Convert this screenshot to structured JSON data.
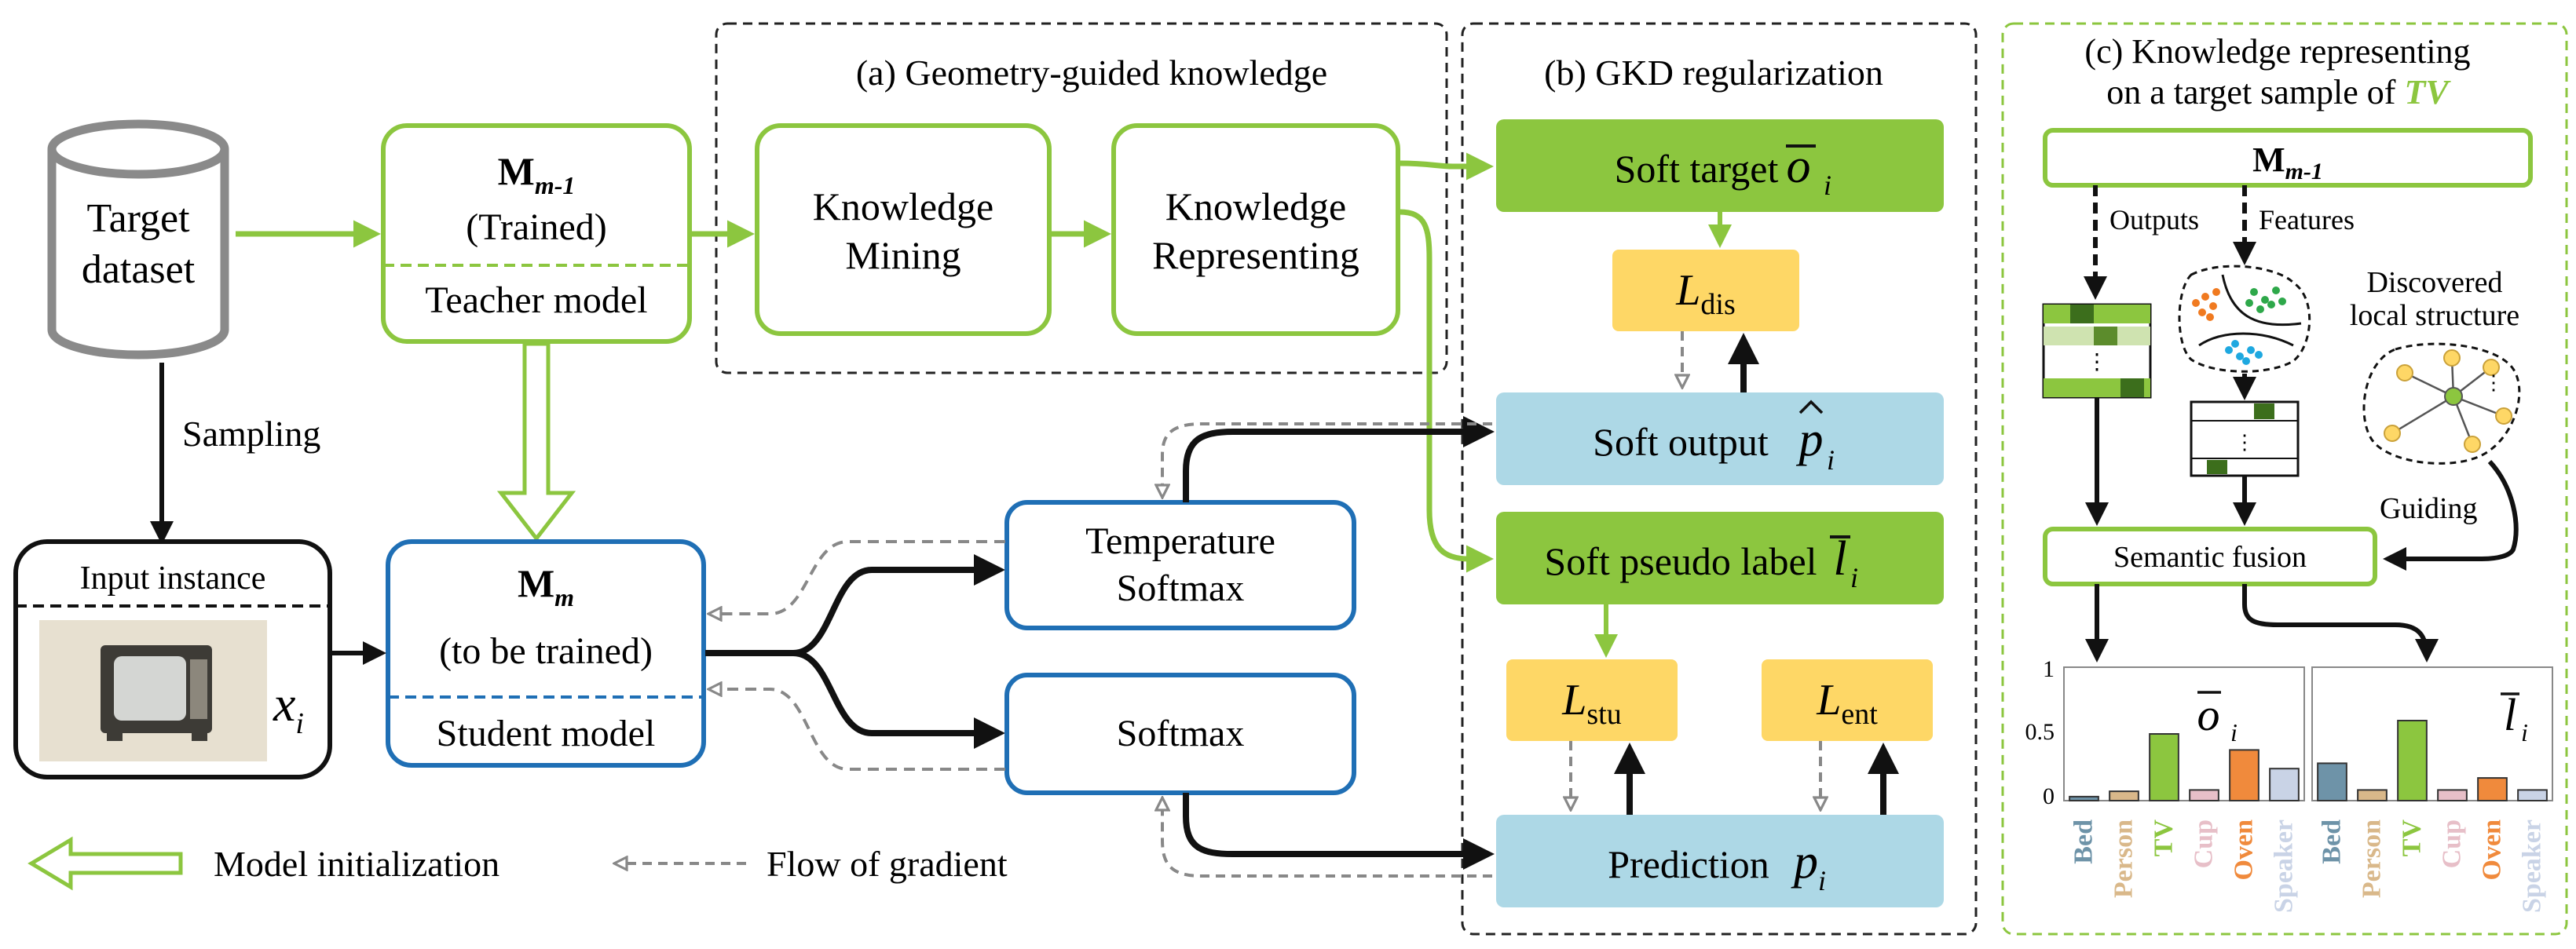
{
  "colors": {
    "green": "#8cc63f",
    "green_fill": "#8cc63f",
    "blue": "#1f6fb5",
    "lightblue": "#add8e6",
    "yellow": "#fed766",
    "black": "#111111",
    "gray": "#888888",
    "cylinder": "#8a8a8a"
  },
  "left": {
    "dataset_line1": "Target",
    "dataset_line2": "dataset",
    "sampling": "Sampling",
    "input_instance": "Input instance",
    "x": "x",
    "x_sub": "i",
    "teacher_M": "M",
    "teacher_sub": "m-1",
    "trained": "(Trained)",
    "teacher_model": "Teacher model",
    "student_M": "M",
    "student_sub": "m",
    "to_be_trained": "(to be trained)",
    "student_model": "Student model",
    "temp_line1": "Temperature",
    "temp_line2": "Softmax",
    "softmax": "Softmax",
    "legend_init": "Model initialization",
    "legend_grad": "Flow of gradient"
  },
  "panel_a": {
    "title": "(a)  Geometry-guided knowledge",
    "mining_line1": "Knowledge",
    "mining_line2": "Mining",
    "repr_line1": "Knowledge",
    "repr_line2": "Representing"
  },
  "panel_b": {
    "title": "(b) GKD regularization",
    "soft_target": "Soft target",
    "soft_target_sym": "o",
    "soft_target_sub": "i",
    "L": "L",
    "dis": "dis",
    "stu": "stu",
    "ent": "ent",
    "soft_output": "Soft output",
    "soft_output_sym": "p",
    "soft_output_sub": "i",
    "soft_pseudo": "Soft pseudo label",
    "soft_pseudo_sym": "l",
    "soft_pseudo_sub": "i",
    "prediction": "Prediction",
    "prediction_sym": "p",
    "prediction_sub": "i"
  },
  "panel_c": {
    "title_line1": "(c) Knowledge representing",
    "title_line2_prefix": "on a target sample of",
    "title_line2_em": "TV",
    "model_M": "M",
    "model_sub": "m-1",
    "outputs": "Outputs",
    "features": "Features",
    "discovered_line1": "Discovered",
    "discovered_line2": "local structure",
    "guiding": "Guiding",
    "semantic_fusion": "Semantic fusion",
    "chart_o_sym": "o",
    "chart_l_sym": "l",
    "chart_sub": "i"
  },
  "chart_data": {
    "type": "bar",
    "categories": [
      "Bed",
      "Person",
      "TV",
      "Cup",
      "Oven",
      "Speaker"
    ],
    "category_colors": [
      "#6e93a8",
      "#d9b88a",
      "#8cc63f",
      "#e7bfc8",
      "#f08a3c",
      "#c9d3e6"
    ],
    "ylim": [
      0,
      1
    ],
    "yticks": [
      "0",
      "0.5",
      "1"
    ],
    "series": [
      {
        "name": "o_i",
        "values": [
          0.03,
          0.07,
          0.5,
          0.08,
          0.38,
          0.24
        ]
      },
      {
        "name": "l_i",
        "values": [
          0.28,
          0.08,
          0.6,
          0.08,
          0.17,
          0.08
        ]
      }
    ]
  }
}
